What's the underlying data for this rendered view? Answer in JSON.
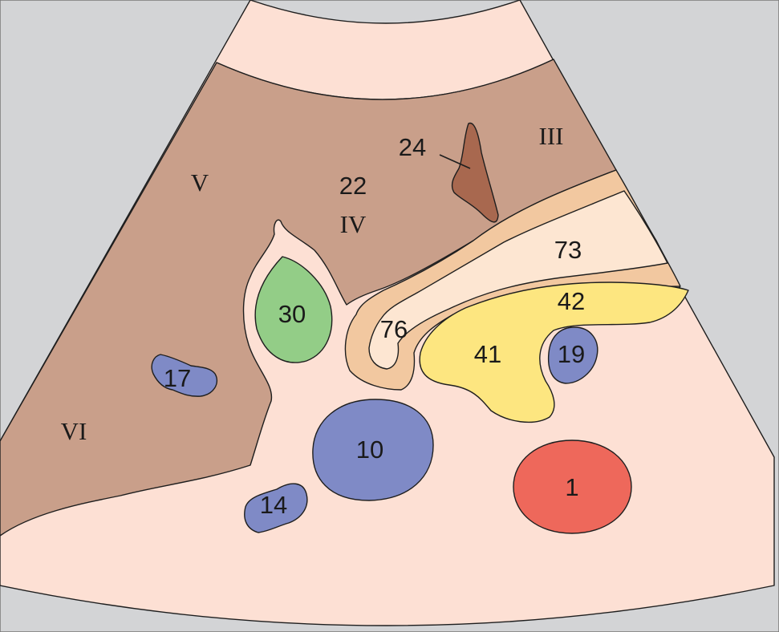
{
  "colors": {
    "background": "#d3d4d6",
    "fan": "#fde0d4",
    "liver": "#c99f8a",
    "ligament": "#a8684f",
    "gallbladder": "#93cd87",
    "vessel_blue": "#7f8ac6",
    "aorta_red": "#ee685b",
    "pancreas_yellow": "#fde680",
    "stomach_outer": "#f2c8a0",
    "stomach_inner": "#fde6d2"
  },
  "labels": {
    "aorta": "1",
    "ivc": "10",
    "portal_branch": "14",
    "hepatic_vein": "17",
    "splenic_vein": "19",
    "quadrate_lobe": "22",
    "ligamentum_teres": "24",
    "gallbladder": "30",
    "pancreas_head": "41",
    "pancreas_body": "42",
    "stomach": "73",
    "duodenum": "76",
    "segment_iii": "III",
    "segment_iv": "IV",
    "segment_v": "V",
    "segment_vi": "VI"
  }
}
